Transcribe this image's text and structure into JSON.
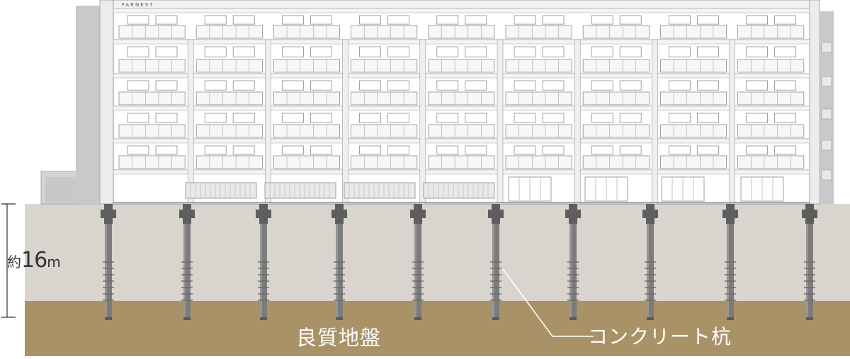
{
  "building": {
    "brand": "FARNEST"
  },
  "depth": {
    "prefix": "約",
    "value": "16",
    "unit": "m"
  },
  "labels": {
    "ground": "良質地盤",
    "pile": "コンクリート杭"
  },
  "colors": {
    "upper_soil": "#d9d4cd",
    "bearing_layer": "#a99267",
    "pile": "#7c7c7c",
    "pile_cap": "#5e5e5e",
    "facade": "#ffffff",
    "facade_line": "#8f8f8f",
    "side_wall": "#c9c9c9"
  }
}
